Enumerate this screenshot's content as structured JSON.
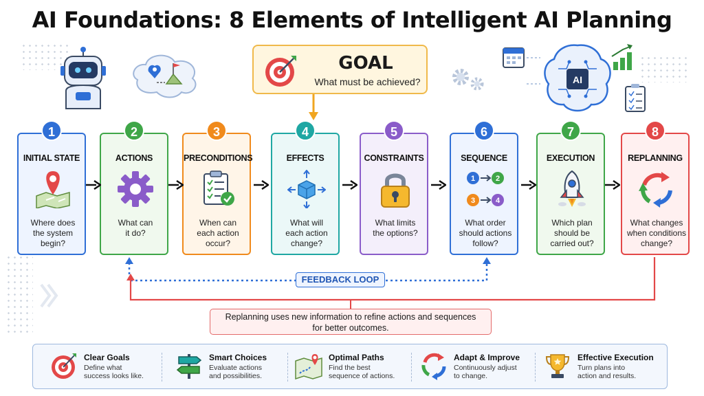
{
  "title": "AI Foundations: 8 Elements of Intelligent AI Planning",
  "goal": {
    "title": "GOAL",
    "subtitle": "What must be achieved?"
  },
  "steps": [
    {
      "number": "1",
      "label": "INITIAL STATE",
      "desc_lines": [
        "Where does",
        "the system",
        "begin?"
      ],
      "color": "#2f6fd6",
      "bg": "#eef4ff",
      "icon": "map-pin-icon"
    },
    {
      "number": "2",
      "label": "ACTIONS",
      "desc_lines": [
        "What can",
        "it do?"
      ],
      "color": "#3fa648",
      "bg": "#f0f9ee",
      "icon": "gear-icon"
    },
    {
      "number": "3",
      "label": "PRECONDITIONS",
      "desc_lines": [
        "When can",
        "each action",
        "occur?"
      ],
      "color": "#f08a1c",
      "bg": "#fff5e8",
      "icon": "clipboard-check-icon"
    },
    {
      "number": "4",
      "label": "EFFECTS",
      "desc_lines": [
        "What will",
        "each action",
        "change?"
      ],
      "color": "#1fa7a3",
      "bg": "#ebf8f8",
      "icon": "cube-arrows-icon"
    },
    {
      "number": "5",
      "label": "CONSTRAINTS",
      "desc_lines": [
        "What limits",
        "the options?"
      ],
      "color": "#8a5cc9",
      "bg": "#f4effb",
      "icon": "padlock-icon"
    },
    {
      "number": "6",
      "label": "SEQUENCE",
      "desc_lines": [
        "What order",
        "should actions",
        "follow?"
      ],
      "color": "#2f6fd6",
      "bg": "#eef4ff",
      "icon": "sequence-icon"
    },
    {
      "number": "7",
      "label": "EXECUTION",
      "desc_lines": [
        "Which plan",
        "should be",
        "carried out?"
      ],
      "color": "#3fa648",
      "bg": "#f0f9ee",
      "icon": "rocket-icon"
    },
    {
      "number": "8",
      "label": "REPLANNING",
      "desc_lines": [
        "What changes",
        "when conditions",
        "change?"
      ],
      "color": "#e34848",
      "bg": "#fff0f0",
      "icon": "cycle-arrows-icon"
    }
  ],
  "feedback_loop": "FEEDBACK LOOP",
  "replanning_note": [
    "Replanning uses new information to refine actions and sequences",
    "for better outcomes."
  ],
  "benefits": [
    {
      "title": "Clear Goals",
      "desc_lines": [
        "Define what",
        "success looks like."
      ],
      "icon": "target-icon"
    },
    {
      "title": "Smart Choices",
      "desc_lines": [
        "Evaluate actions",
        "and possibilities."
      ],
      "icon": "signpost-icon"
    },
    {
      "title": "Optimal Paths",
      "desc_lines": [
        "Find the best",
        "sequence of actions."
      ],
      "icon": "map-route-icon"
    },
    {
      "title": "Adapt & Improve",
      "desc_lines": [
        "Continuously adjust",
        "to change."
      ],
      "icon": "cycle-arrows-icon"
    },
    {
      "title": "Effective Execution",
      "desc_lines": [
        "Turn plans into",
        "action and results."
      ],
      "icon": "trophy-icon"
    }
  ],
  "decor": {
    "sequence_nums": [
      "1",
      "2",
      "3",
      "4"
    ],
    "ai_chip": "AI"
  }
}
